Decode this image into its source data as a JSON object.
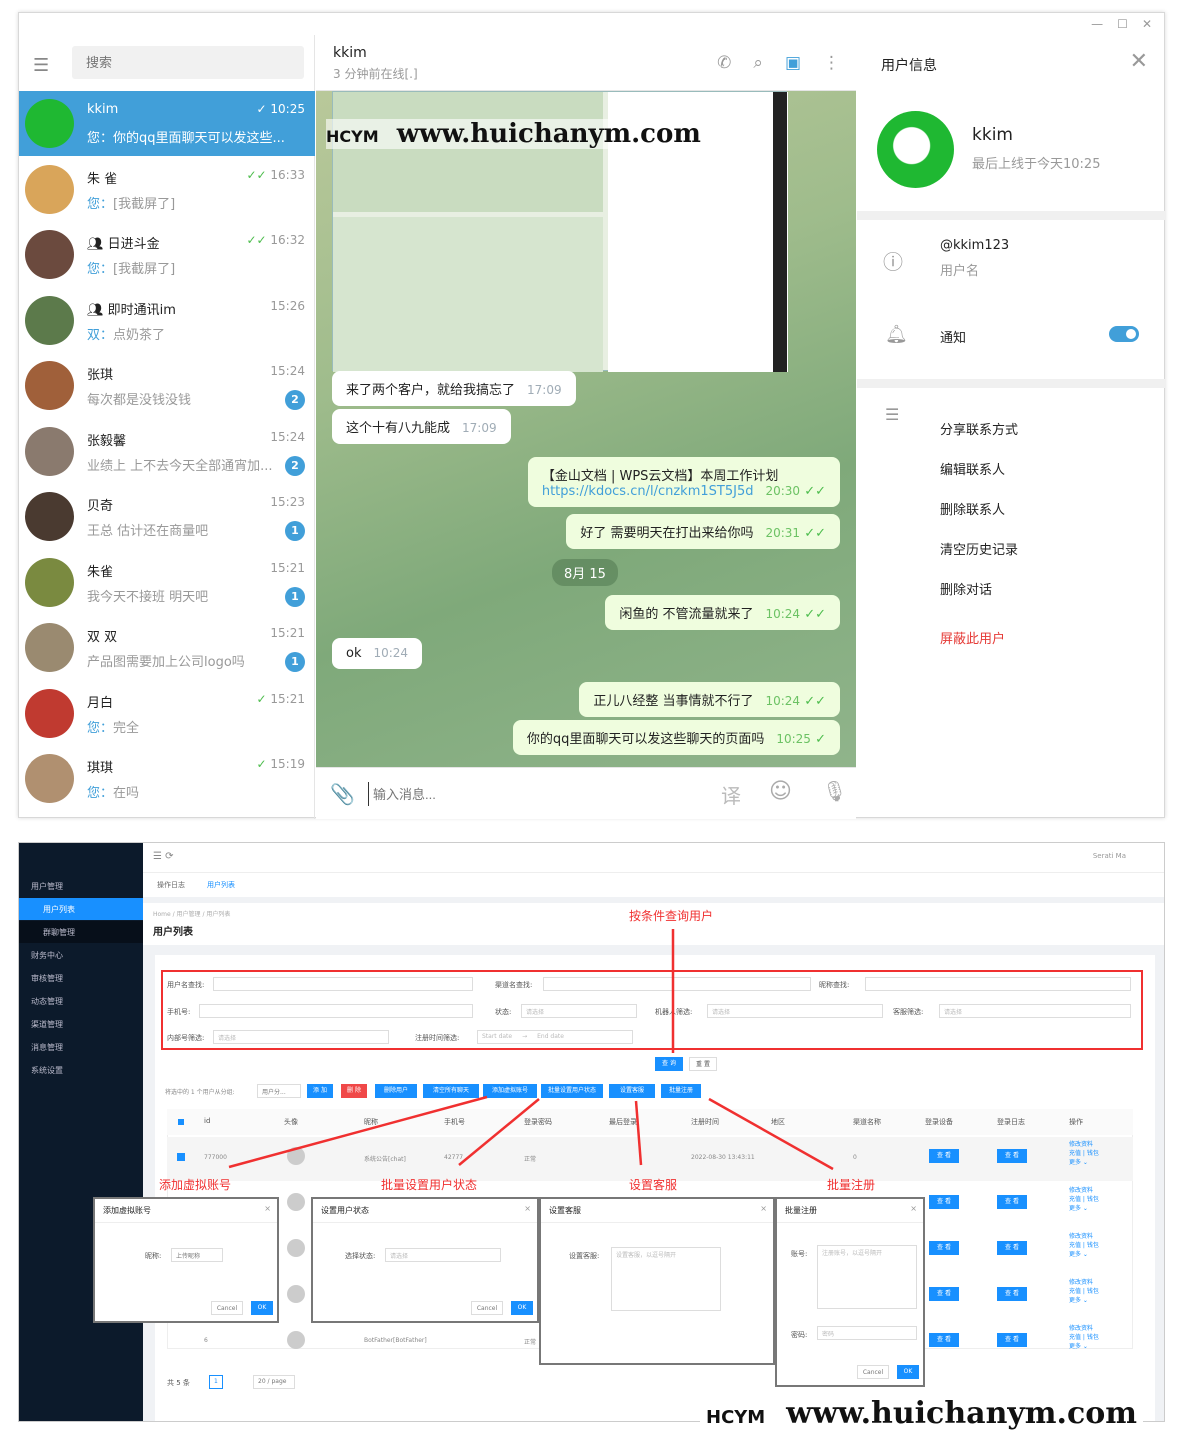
{
  "window": {
    "controls": [
      "—",
      "☐",
      "✕"
    ]
  },
  "sidebar": {
    "search_placeholder": "搜索",
    "chats": [
      {
        "name": "kkim",
        "time": "10:25",
        "status": "✓",
        "prefix": "您：",
        "preview": "你的qq里面聊天可以发这些...",
        "selected": true,
        "avatar_color": "#1fb832"
      },
      {
        "name": "朱 雀",
        "time": "16:33",
        "status": "✓✓",
        "prefix": "您：",
        "preview": "[我截屏了]",
        "avatar_color": "#d9a55a"
      },
      {
        "name": "日进斗金",
        "group": true,
        "time": "16:32",
        "status": "✓✓",
        "prefix": "您：",
        "preview": "[我截屏了]",
        "avatar_color": "#6b4a3e"
      },
      {
        "name": "即时通讯im",
        "group": true,
        "time": "15:26",
        "prefix": "双：",
        "preview": "点奶茶了",
        "avatar_color": "#5c7a4b"
      },
      {
        "name": "张琪",
        "time": "15:24",
        "preview": "每次都是没钱没钱",
        "badge": "2",
        "avatar_color": "#a0603a"
      },
      {
        "name": "张毅馨",
        "time": "15:24",
        "preview": "业绩上 上不去今天全部通宵加...",
        "badge": "2",
        "avatar_color": "#8a7a6e"
      },
      {
        "name": "贝奇",
        "time": "15:23",
        "preview": "王总 估计还在商量吧",
        "badge": "1",
        "avatar_color": "#4a3a30"
      },
      {
        "name": "朱雀",
        "time": "15:21",
        "preview": "我今天不接班 明天吧",
        "badge": "1",
        "avatar_color": "#7a8a40"
      },
      {
        "name": "双 双",
        "time": "15:21",
        "preview": "产品图需要加上公司logo吗",
        "badge": "1",
        "avatar_color": "#9a8a70"
      },
      {
        "name": "月白",
        "time": "15:21",
        "status": "✓",
        "prefix": "您：",
        "preview": "完全",
        "avatar_color": "#c03a30"
      },
      {
        "name": "琪琪",
        "time": "15:19",
        "status": "✓",
        "prefix": "您：",
        "preview": "在吗",
        "avatar_color": "#b09070"
      }
    ]
  },
  "chat": {
    "title": "kkim",
    "subtitle": "3 分钟前在线[.]",
    "input_placeholder": "输入消息...",
    "translate_label": "译",
    "messages": [
      {
        "dir": "in",
        "text": "来了两个客户，就给我搞忘了",
        "time": "17:09"
      },
      {
        "dir": "in",
        "text": "这个十有八九能成",
        "time": "17:09"
      },
      {
        "dir": "out",
        "text": "【金山文档 | WPS云文档】本周工作计划",
        "link": "https://kdocs.cn/l/cnzkm1ST5J5d",
        "time": "20:30",
        "status": "✓✓"
      },
      {
        "dir": "out",
        "text": "好了 需要明天在打出来给你吗",
        "time": "20:31",
        "status": "✓✓"
      },
      {
        "dir": "out",
        "text": "闲鱼的 不管流量就来了",
        "time": "10:24",
        "status": "✓✓"
      },
      {
        "dir": "in",
        "text": "ok",
        "time": "10:24"
      },
      {
        "dir": "out",
        "text": "正儿八经整 当事情就不行了",
        "time": "10:24",
        "status": "✓✓"
      },
      {
        "dir": "out",
        "text": "你的qq里面聊天可以发这些聊天的页面吗",
        "time": "10:25",
        "status": "✓"
      }
    ],
    "date_divider": "8月 15"
  },
  "info": {
    "title": "用户信息",
    "name": "kkim",
    "last_seen": "最后上线于今天10:25",
    "username": "@kkim123",
    "username_label": "用户名",
    "notify_label": "通知",
    "notify_on": true,
    "actions": [
      "分享联系方式",
      "编辑联系人",
      "删除联系人",
      "清空历史记录",
      "删除对话"
    ],
    "block": "屏蔽此用户",
    "accent": "#419fd9",
    "danger": "#e53935"
  },
  "watermark": {
    "brand": "HCYM",
    "url": "www.huichanym.com"
  },
  "admin": {
    "user": "Serati Ma",
    "menu": [
      "用户管理",
      "用户列表",
      "群聊管理",
      "财务中心",
      "审核管理",
      "动态管理",
      "渠道管理",
      "消息管理",
      "系统设置"
    ],
    "tabs": [
      "操作日志",
      "用户列表"
    ],
    "breadcrumb": "Home / 用户管理 / 用户列表",
    "page_title": "用户列表",
    "filters": {
      "username": "用户名查找:",
      "channel": "渠道名查找:",
      "nickname": "昵称查找:",
      "phone": "手机号:",
      "status": "状态:",
      "robot": "机器人筛选:",
      "service": "客服筛选:",
      "internal": "内部号筛选:",
      "regtime": "注册时间筛选:",
      "select_placeholder": "请选择",
      "start": "Start date",
      "end": "End date"
    },
    "query": "查 询",
    "reset": "重 置",
    "toolbar_text": "将选中的 1 个用户从分组:",
    "group_select": "用户分...",
    "toolbar_buttons": [
      "添 加",
      "删 除",
      "删除用户",
      "清空所有聊天",
      "添加虚拟账号",
      "批量设置用户状态",
      "设置客服",
      "批量注册"
    ],
    "headers": [
      "id",
      "头像",
      "昵称",
      "手机号",
      "登录密码",
      "最后登录",
      "注册时间",
      "地区",
      "渠道名称",
      "登录设备",
      "登录日志",
      "操作"
    ],
    "rows": [
      {
        "id": "777000",
        "nick": "系统公告[chat]",
        "phone": "42777",
        "pwd": "正常",
        "reg": "2022-08-30 13:43:11",
        "channel": "0"
      },
      {
        "id": "6",
        "nick": "BotFather[BotFather]",
        "pwd": "正常"
      }
    ],
    "view": "查 看",
    "ops": [
      "修改资料",
      "充值 | 钱包",
      "更多 ⌄"
    ],
    "total": "共 5 条",
    "page": "1",
    "page_size": "20 / page",
    "annotations": [
      "按条件查询用户",
      "添加虚拟账号",
      "批量设置用户状态",
      "设置客服",
      "批量注册"
    ],
    "dialogs": {
      "virtual": {
        "title": "添加虚拟账号",
        "label": "昵称:",
        "upload": "上传昵称"
      },
      "status": {
        "title": "设置用户状态",
        "label": "选择状态:",
        "placeholder": "请选择"
      },
      "service": {
        "title": "设置客服",
        "label": "设置客服:",
        "placeholder": "设置客服，以逗号隔开"
      },
      "register": {
        "title": "批量注册",
        "label": "账号:",
        "placeholder": "注册账号，以逗号隔开",
        "pwd_label": "密码:",
        "pwd_placeholder": "密码"
      },
      "cancel": "Cancel",
      "ok": "OK"
    }
  }
}
